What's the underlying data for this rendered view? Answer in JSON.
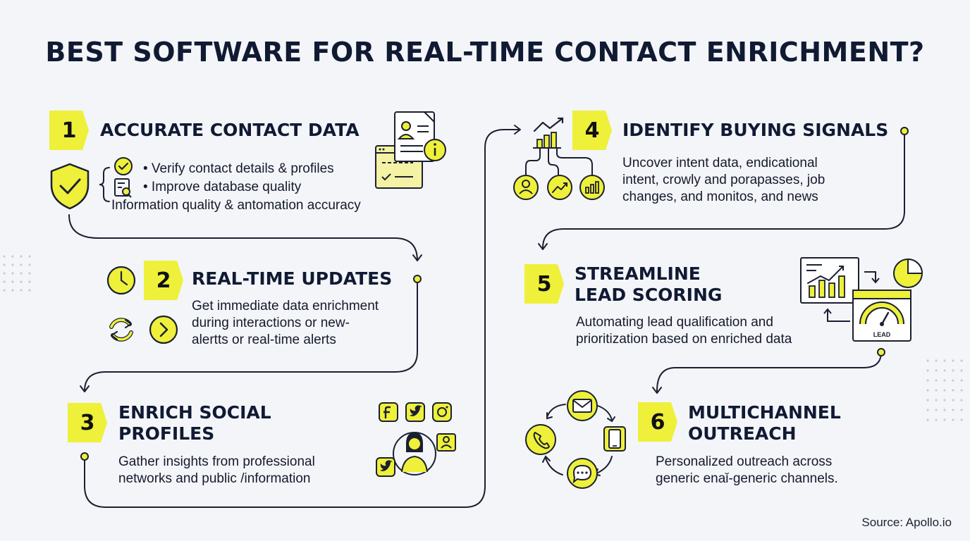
{
  "title": "BEST SOFTWARE FOR REAL-TIME CONTACT ENRICHMENT?",
  "colors": {
    "accent": "#eef03a",
    "ink": "#111a33",
    "background": "#f3f5f9"
  },
  "steps": [
    {
      "number": "1",
      "title": "ACCURATE CONTACT DATA",
      "bullets": [
        "• Verify contact details & profiles",
        "• Improve database quality"
      ],
      "desc": [
        "Information quality & antomation accuracy"
      ],
      "icons": [
        "shield-check-icon",
        "check-circle-icon",
        "document-search-icon",
        "contact-card-icon",
        "info-icon",
        "browser-window-icon"
      ]
    },
    {
      "number": "2",
      "title": "REAL-TIME UPDATES",
      "desc": [
        "Get immediate data enrichment",
        "during interactions or new-",
        "alertts or real-time alerts"
      ],
      "icons": [
        "clock-icon",
        "refresh-icon",
        "chevron-right-icon"
      ]
    },
    {
      "number": "3",
      "title_lines": [
        "ENRICH SOCIAL",
        "PROFILES"
      ],
      "desc": [
        "Gather insights from professional",
        "networks and public /information"
      ],
      "icons": [
        "facebook-icon",
        "twitter-icon",
        "instagram-icon",
        "person-icon",
        "user-card-icon"
      ]
    },
    {
      "number": "4",
      "title": "IDENTIFY BUYING SIGNALS",
      "desc": [
        "Uncover intent data, endicational",
        "intent, crowly and porapasses, job",
        "changes, and monitos, and news"
      ],
      "icons": [
        "bar-chart-icon",
        "user-icon",
        "trend-icon",
        "bars-icon"
      ]
    },
    {
      "number": "5",
      "title_lines": [
        "STREAMLINE",
        "LEAD SCORING"
      ],
      "desc": [
        "Automating lead qualification and",
        "prioritization based on enriched data"
      ],
      "icons": [
        "line-chart-icon",
        "pie-chart-icon",
        "gauge-icon"
      ],
      "gauge_label": "LEAD"
    },
    {
      "number": "6",
      "title_lines": [
        "MULTICHANNEL",
        "OUTREACH"
      ],
      "desc": [
        "Personalized outreach across",
        "generic enaǐ-generic channels."
      ],
      "icons": [
        "mail-icon",
        "phone-icon",
        "mobile-icon",
        "chat-icon"
      ]
    }
  ],
  "source": "Source: Apollo.io"
}
